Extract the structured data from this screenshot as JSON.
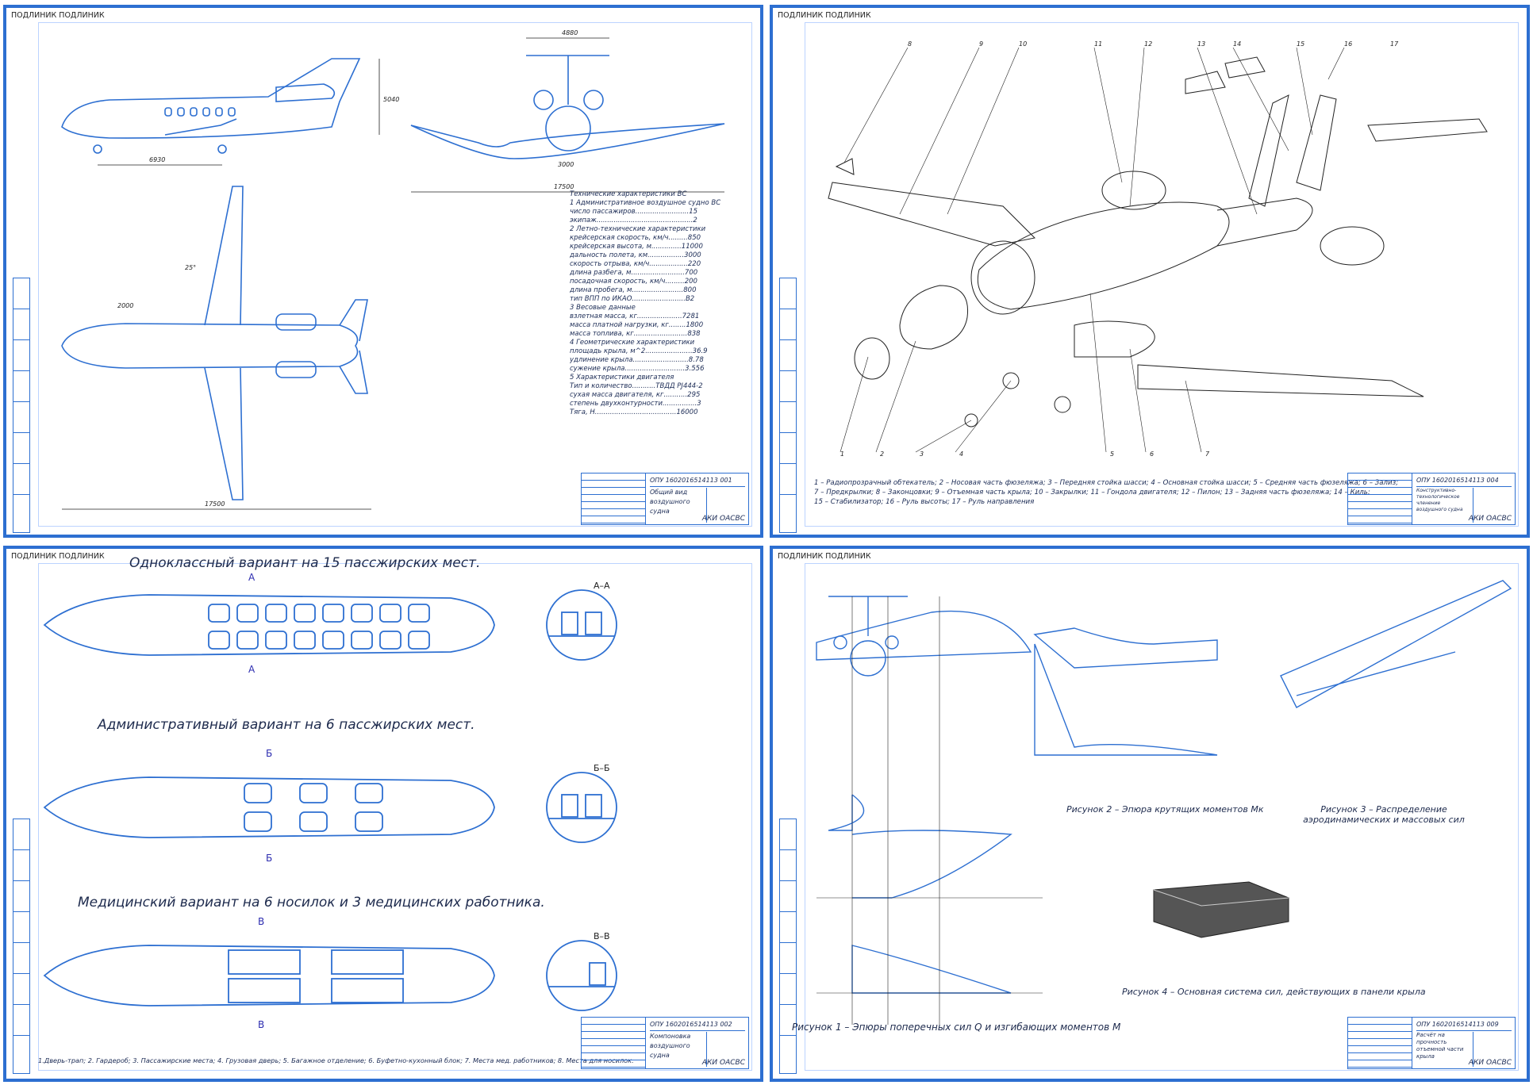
{
  "sheets": [
    {
      "code": "ПОДЛИНИК ПОДЛИНИК",
      "title_block": {
        "doc_code": "ОПУ 1602016514113 001",
        "name": "Общий вид воздушного судна",
        "org": "АКИ ОАСВС"
      },
      "dimensions": {
        "length": "17500",
        "span": "17500",
        "height": "5040",
        "track": "3000",
        "fin": "4880",
        "base": "6930",
        "sweep": "25°",
        "cabin": "2000"
      },
      "specs": [
        "Технические характеристики ВС",
        "1  Административное воздушное судно ВС",
        "число пассажиров.........................15",
        "экипаж.............................................2",
        "2  Летно-технические характеристики",
        "крейсерская скорость, км/ч.........850",
        "крейсерская высота, м..............11000",
        "дальность полета, км.................3000",
        "скорость отрыва, км/ч..................220",
        "длина разбега, м.........................700",
        "посадочная скорость, км/ч.........200",
        "длина пробега, м........................800",
        "тип ВПП по ИКАО.........................В2",
        "3  Весовые данные",
        "взлетная масса, кг.....................7281",
        "масса платной нагрузки, кг........1800",
        "масса топлива, кг.........................838",
        "4  Геометрические характеристики",
        "площадь крыла, м^2......................36.9",
        "удлинение крыла..........................8.78",
        "сужение крыла............................3.556",
        "5  Характеристики двигателя",
        "Тип и количество...........ТВДД PJ444-2",
        "сухая масса двигателя, кг...........295",
        "степень двухконтурности................3",
        "Тяга, Н......................................16000"
      ]
    },
    {
      "code": "ПОДЛИНИК ПОДЛИНИК",
      "title_block": {
        "doc_code": "ОПУ 1602016514113 004",
        "name": "Конструктивно-технологическое членение воздушного судна",
        "org": "АКИ ОАСВС"
      },
      "numbers": [
        "1",
        "2",
        "3",
        "4",
        "5",
        "6",
        "7",
        "8",
        "9",
        "10",
        "11",
        "12",
        "13",
        "14",
        "15",
        "16",
        "17"
      ],
      "legend": [
        "1 – Радиопрозрачный обтекатель; 2 – Носовая часть фюзеляжа; 3 – Передняя стойка шасси; 4 – Основная стойка шасси; 5 – Средняя часть фюзеляжа; 6 – Зализ;",
        "7 – Предкрылки; 8 – Законцовки; 9 – Отъемная часть крыла; 10 – Закрылки; 11 – Гондола двигателя; 12 – Пилон; 13 – Задняя часть фюзеляжа; 14 – Киль;",
        "15 – Стабилизатор; 16 – Руль высоты; 17 – Руль направления"
      ]
    },
    {
      "code": "ПОДЛИНИК ПОДЛИНИК",
      "title_block": {
        "doc_code": "ОПУ 1602016514113 002",
        "name": "Компоновка воздушного судна",
        "org": "АКИ ОАСВС"
      },
      "layouts": [
        {
          "title": "Одноклассный вариант на 15 пассжирских мест.",
          "section": "А–А",
          "mark": "А"
        },
        {
          "title": "Административный вариант на 6 пассжирских мест.",
          "section": "Б–Б",
          "mark": "Б"
        },
        {
          "title": "Медицинский вариант на 6 носилок и 3 медицинских работника.",
          "section": "В–В",
          "mark": "В"
        }
      ],
      "legend": "1.Дверь-трап; 2. Гардероб; 3. Пассажирские места; 4. Грузовая дверь; 5. Багажное отделение; 6. Буфетно-кухонный блок; 7. Места мед. работников; 8. Места для носилок."
    },
    {
      "code": "ПОДЛИНИК ПОДЛИНИК",
      "title_block": {
        "doc_code": "ОПУ 1602016514113 009",
        "name": "Расчёт на прочность отъемной части крыла",
        "org": "АКИ ОАСВС"
      },
      "captions": [
        "Рисунок 1 – Эпюры поперечных сил Q и изгибающих моментов M",
        "Рисунок 2 – Эпюра крутящих моментов Mк",
        "Рисунок 3 – Распределение аэродинамических и массовых сил",
        "Рисунок 4 – Основная система сил, действующих в панели крыла"
      ]
    }
  ]
}
